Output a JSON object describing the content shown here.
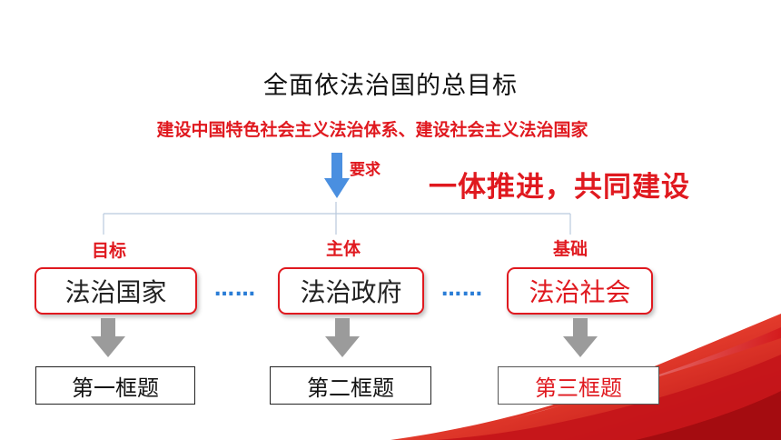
{
  "title": "全面依法治国的总目标",
  "subtitle": "建设中国特色社会主义法治体系、建设社会主义法治国家",
  "arrow_label": "要求",
  "slogan": "一体推进，共同建设",
  "columns": [
    {
      "category": "目标",
      "box": "法治国家",
      "lesson": "第一框题"
    },
    {
      "category": "主体",
      "box": "法治政府",
      "lesson": "第二框题"
    },
    {
      "category": "基础",
      "box": "法治社会",
      "lesson": "第三框题"
    }
  ],
  "separator": "……",
  "colors": {
    "accent_red": "#e0191f",
    "arrow_blue": "#4a8fe0",
    "arrow_gray": "#9b9b9b",
    "dots_blue": "#2a7dd6"
  }
}
